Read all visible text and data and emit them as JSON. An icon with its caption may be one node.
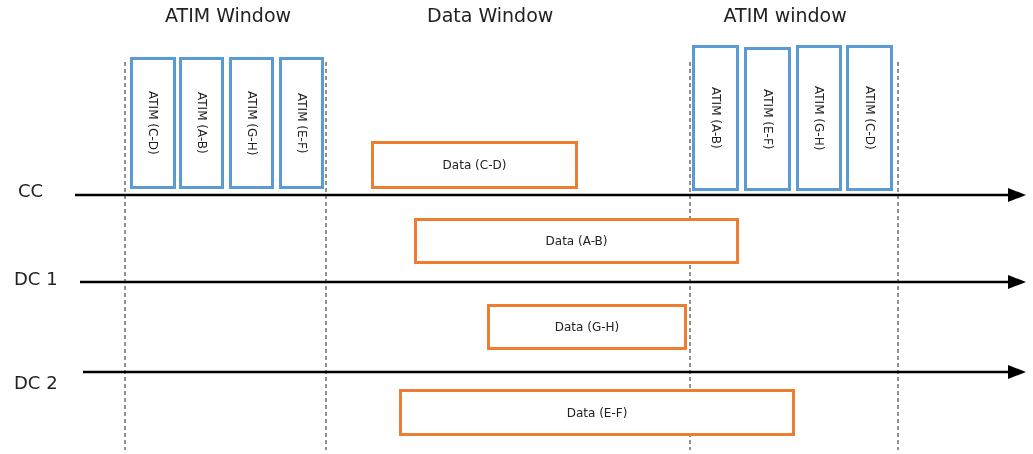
{
  "diagram": {
    "nodes": [
      {
        "text": [
          "ATIM (C-D)"
        ]
      },
      {
        "text": [
          "ATIM (A-B)"
        ]
      },
      {
        "text": [
          "ATIM (G-H)"
        ]
      },
      {
        "text": [
          "ATIM (E-F)"
        ]
      },
      {
        "text": [
          "Data (C-D)"
        ]
      },
      {
        "text": [
          "ATIM (A-B)"
        ]
      },
      {
        "text": [
          "ATIM (E-F)"
        ]
      },
      {
        "text": [
          "ATIM (G-H)"
        ]
      },
      {
        "text": [
          "ATIM (C-D)"
        ]
      },
      {
        "text": [
          "Data (A-B)"
        ]
      },
      {
        "text": [
          "Data (G-H)"
        ]
      },
      {
        "text": [
          "Data (E-F)"
        ]
      }
    ],
    "labels": [
      "ATIM Window",
      "Data Window",
      "ATIM window",
      "CC",
      "DC 1",
      "DC 2"
    ]
  }
}
